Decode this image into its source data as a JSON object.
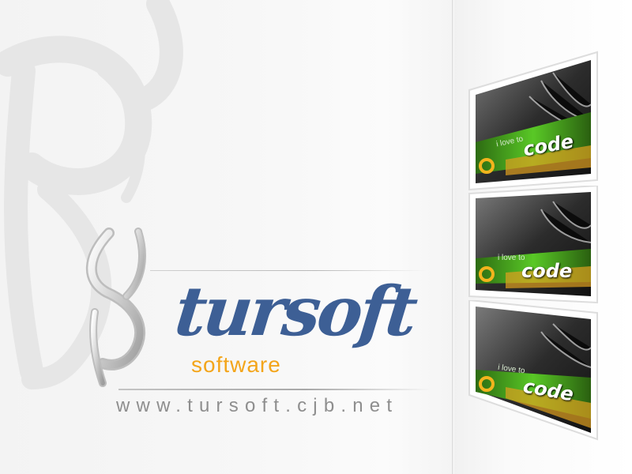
{
  "brand": {
    "name": "tursoft",
    "tagline": "software",
    "url": "www.tursoft.cjb.net"
  },
  "cards": [
    {
      "caption_small": "i love to",
      "caption_main": "code"
    },
    {
      "caption_small": "i love to",
      "caption_main": "code"
    },
    {
      "caption_small": "i love to",
      "caption_main": "code"
    }
  ],
  "colors": {
    "brand_blue": "#3d5f95",
    "brand_orange": "#f3a51a",
    "url_gray": "#8e8e8e",
    "card_green": "#55c21f"
  },
  "icons": {
    "watermark": "tursoft-watermark-icon",
    "logo": "tursoft-logo-icon",
    "card_badge": "tursoft-badge-icon"
  }
}
